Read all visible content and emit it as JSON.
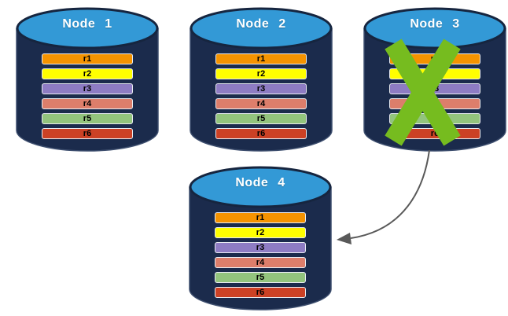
{
  "diagram_type": "replication-node-failure",
  "nodes": [
    {
      "label": "Node 1",
      "failed": false,
      "rows": [
        {
          "label": "r1",
          "color": "#F59300"
        },
        {
          "label": "r2",
          "color": "#FFFF00"
        },
        {
          "label": "r3",
          "color": "#8E7CC3"
        },
        {
          "label": "r4",
          "color": "#DD7E6B"
        },
        {
          "label": "r5",
          "color": "#93C47D"
        },
        {
          "label": "r6",
          "color": "#CC4125"
        }
      ]
    },
    {
      "label": "Node 2",
      "failed": false,
      "rows": [
        {
          "label": "r1",
          "color": "#F59300"
        },
        {
          "label": "r2",
          "color": "#FFFF00"
        },
        {
          "label": "r3",
          "color": "#8E7CC3"
        },
        {
          "label": "r4",
          "color": "#DD7E6B"
        },
        {
          "label": "r5",
          "color": "#93C47D"
        },
        {
          "label": "r6",
          "color": "#CC4125"
        }
      ]
    },
    {
      "label": "Node 3",
      "failed": true,
      "rows": [
        {
          "label": "r1",
          "color": "#F59300"
        },
        {
          "label": "r2",
          "color": "#FFFF00"
        },
        {
          "label": "r3",
          "color": "#8E7CC3"
        },
        {
          "label": "r4",
          "color": "#DD7E6B"
        },
        {
          "label": "r5",
          "color": "#93C47D"
        },
        {
          "label": "r6",
          "color": "#CC4125"
        }
      ]
    },
    {
      "label": "Node 4",
      "failed": false,
      "rows": [
        {
          "label": "r1",
          "color": "#F59300"
        },
        {
          "label": "r2",
          "color": "#FFFF00"
        },
        {
          "label": "r3",
          "color": "#8E7CC3"
        },
        {
          "label": "r4",
          "color": "#DD7E6B"
        },
        {
          "label": "r5",
          "color": "#93C47D"
        },
        {
          "label": "r6",
          "color": "#CC4125"
        }
      ]
    }
  ],
  "cylinder": {
    "body_color": "#1B2B4C",
    "body_edge_color": "#3D4E6E",
    "top_color": "#3399D6",
    "top_rim_color": "#16253F",
    "label_color": "#FFFFFF"
  },
  "failure": {
    "node": "Node 3",
    "x_color": "#76BC1F"
  },
  "arrow": {
    "from": "Node 3",
    "to": "Node 4",
    "color": "#595959"
  }
}
